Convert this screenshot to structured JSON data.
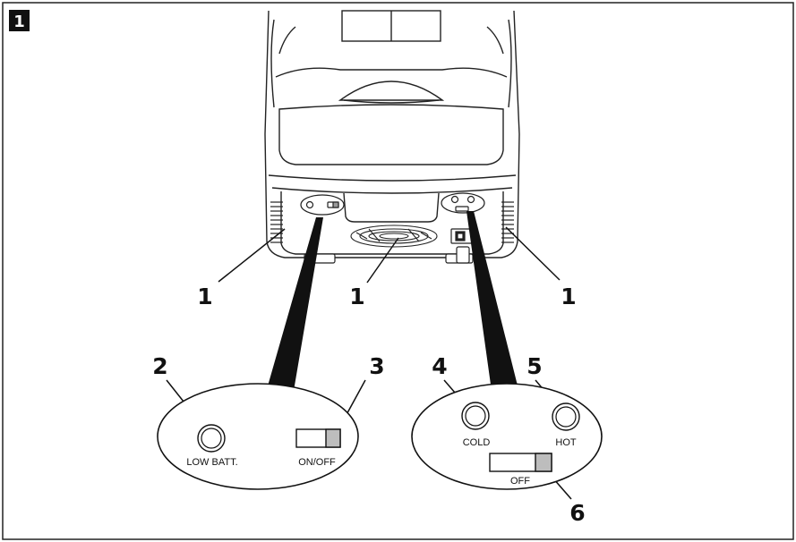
{
  "figure": {
    "number": "1"
  },
  "callouts": {
    "vent_left": "1",
    "vent_center": "1",
    "vent_right": "1",
    "low_batt_led": "2",
    "on_off_switch": "3",
    "cold_led": "4",
    "hot_led": "5",
    "mode_switch": "6"
  },
  "labels": {
    "low_batt": "LOW BATT.",
    "on_off": "ON/OFF",
    "cold": "COLD",
    "hot": "HOT",
    "off": "OFF"
  }
}
